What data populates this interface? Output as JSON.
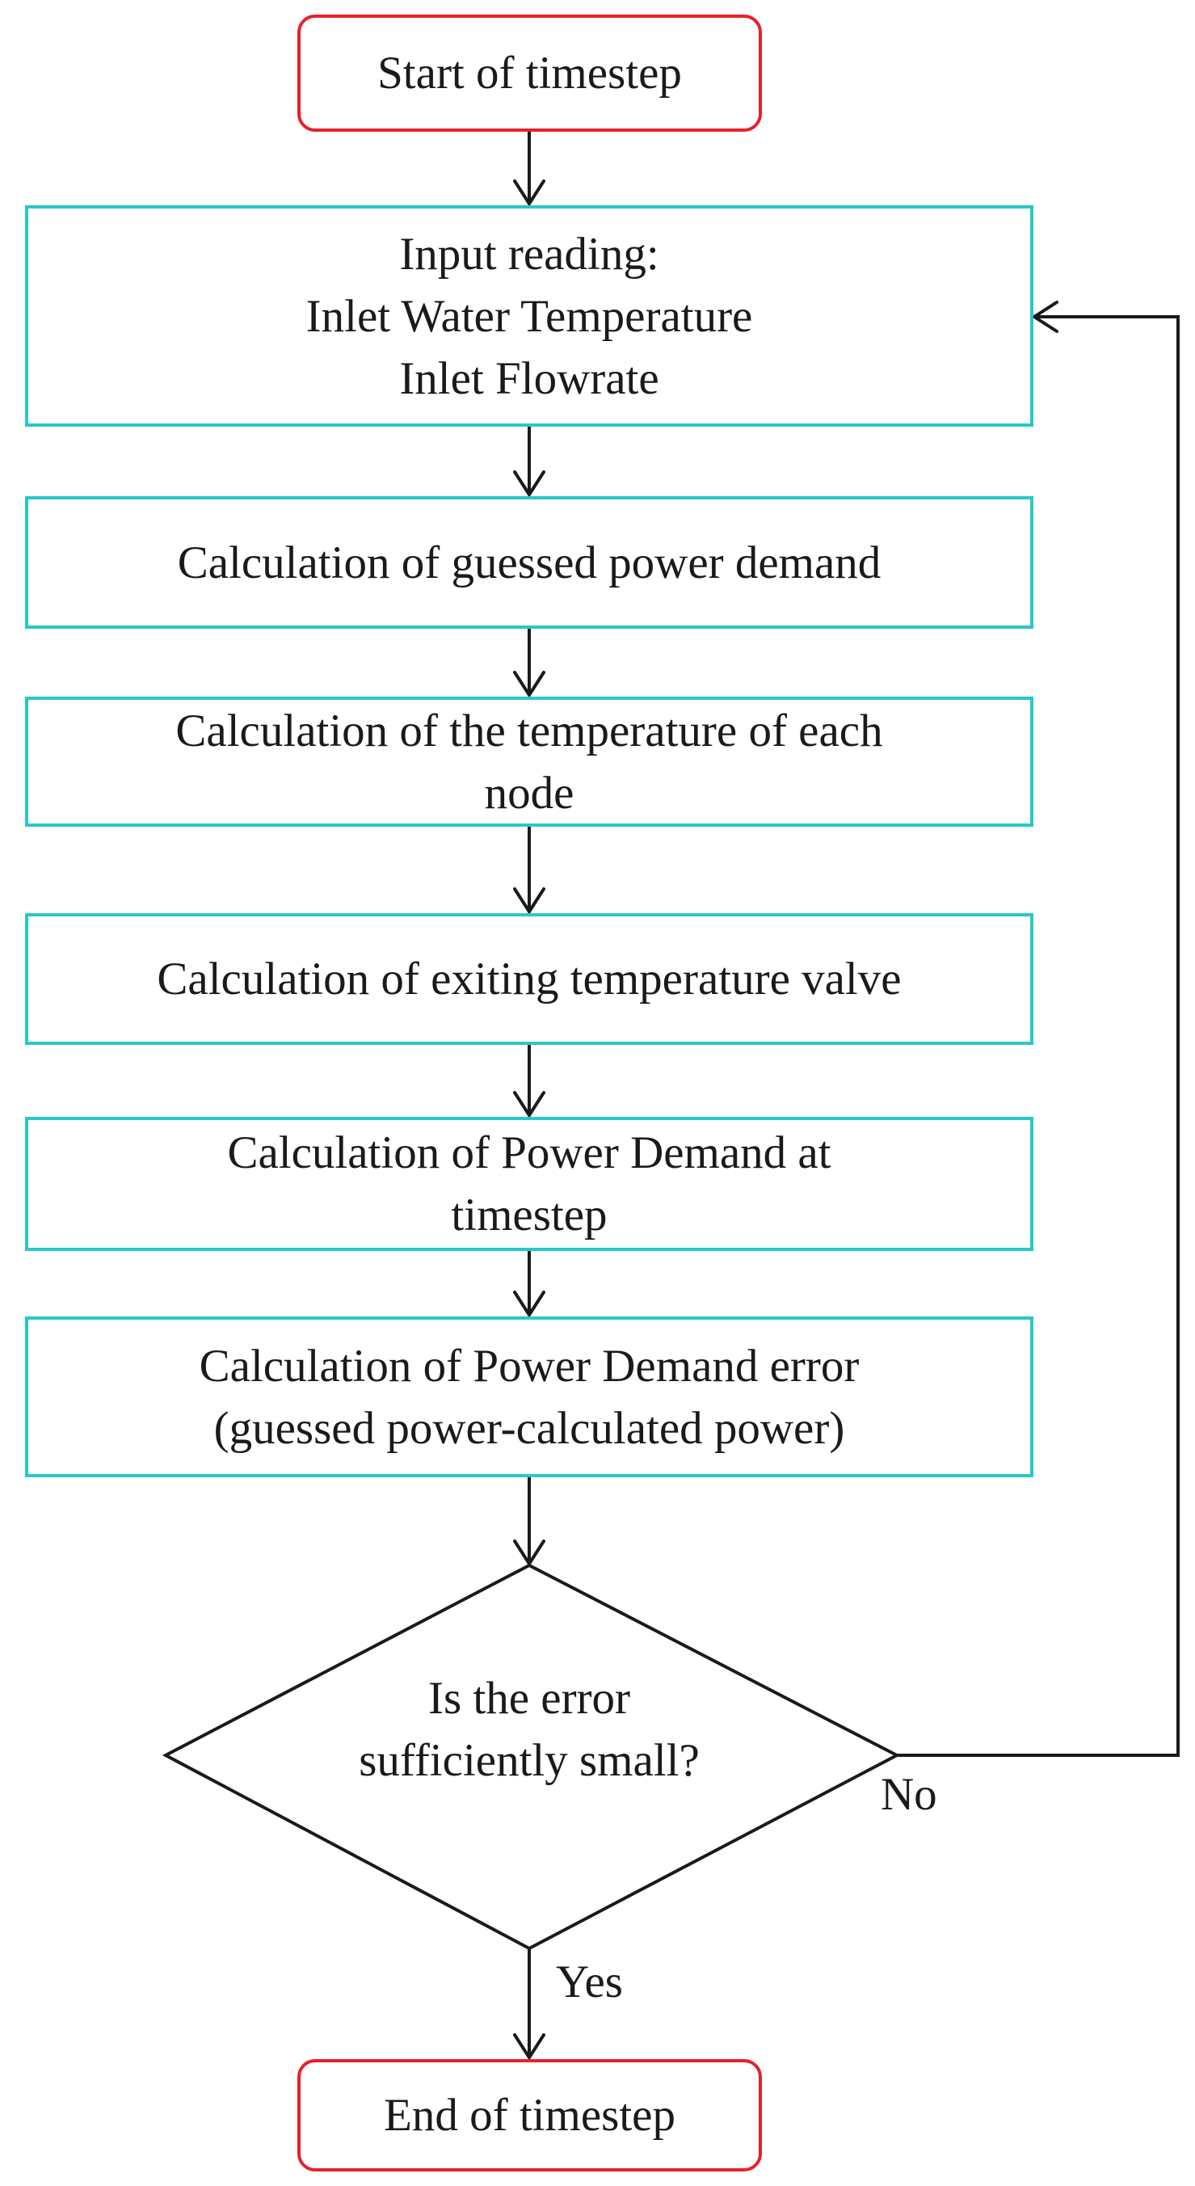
{
  "diagram": {
    "start": {
      "label": "Start of timestep"
    },
    "input": {
      "lines": [
        "Input reading:",
        "Inlet Water Temperature",
        "Inlet Flowrate"
      ]
    },
    "guess": {
      "lines": [
        "Calculation of guessed power demand"
      ]
    },
    "nodes_temp": {
      "lines": [
        "Calculation of the temperature of each",
        "node"
      ]
    },
    "exit_temp": {
      "lines": [
        "Calculation of exiting temperature valve"
      ]
    },
    "power": {
      "lines": [
        "Calculation of Power Demand at",
        "timestep"
      ]
    },
    "error": {
      "lines": [
        "Calculation of Power Demand error",
        "(guessed power-calculated power)"
      ]
    },
    "decision": {
      "lines": [
        "Is the error",
        "sufficiently small?"
      ]
    },
    "no_label": "No",
    "yes_label": "Yes",
    "end": {
      "label": "End of timestep"
    },
    "colors": {
      "terminal_border": "#e8202a",
      "process_border": "#28c8c8",
      "line": "#1a1a1a"
    }
  }
}
